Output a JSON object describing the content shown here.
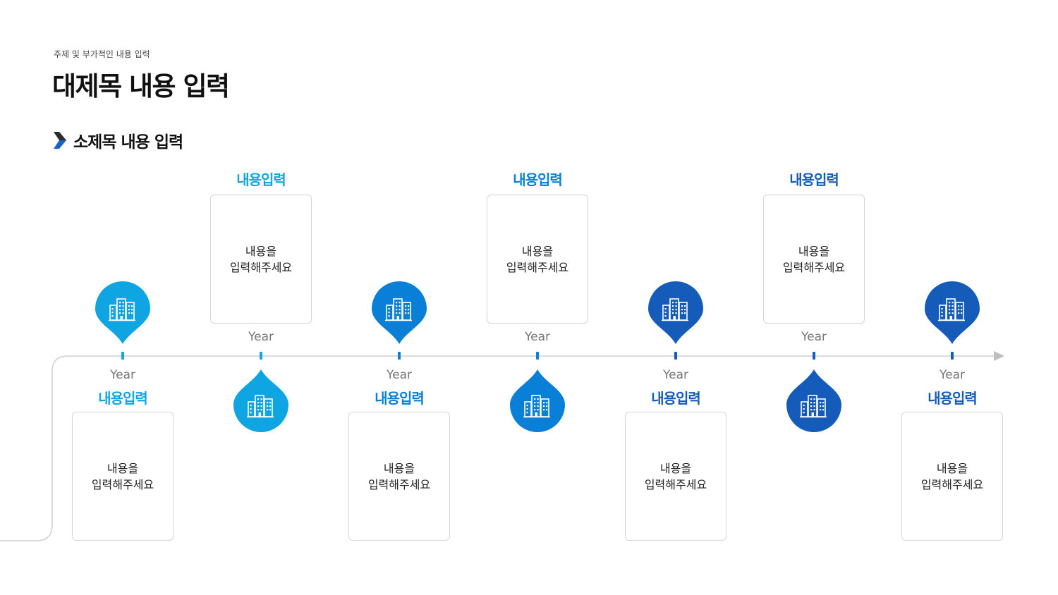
{
  "header": {
    "topic": "주제 및 부가적인 내용 입력",
    "title": "대제목 내용 입력",
    "subtitle": "소제목 내용 입력"
  },
  "colors": {
    "light_blue": "#0fa5e3",
    "mid_blue": "#0a7fd8",
    "dark_blue": "#155cba",
    "line": "#cfcfcf",
    "arrow": "#bfbfbf",
    "card_border": "#d6d6d6"
  },
  "icon": "building-icon",
  "events": [
    {
      "label": "내용입력",
      "year": "Year",
      "body1": "내용을",
      "body2": "입력해주세요",
      "position": "bottom",
      "color": "#0fa5e3"
    },
    {
      "label": "내용입력",
      "year": "Year",
      "body1": "내용을",
      "body2": "입력해주세요",
      "position": "top",
      "color": "#0fa5e3"
    },
    {
      "label": "내용입력",
      "year": "Year",
      "body1": "내용을",
      "body2": "입력해주세요",
      "position": "bottom",
      "color": "#0a7fd8"
    },
    {
      "label": "내용입력",
      "year": "Year",
      "body1": "내용을",
      "body2": "입력해주세요",
      "position": "top",
      "color": "#0a7fd8"
    },
    {
      "label": "내용입력",
      "year": "Year",
      "body1": "내용을",
      "body2": "입력해주세요",
      "position": "bottom",
      "color": "#155cba"
    },
    {
      "label": "내용입력",
      "year": "Year",
      "body1": "내용을",
      "body2": "입력해주세요",
      "position": "top",
      "color": "#155cba"
    },
    {
      "label": "내용입력",
      "year": "Year",
      "body1": "내용을",
      "body2": "입력해주세요",
      "position": "bottom",
      "color": "#155cba"
    }
  ]
}
